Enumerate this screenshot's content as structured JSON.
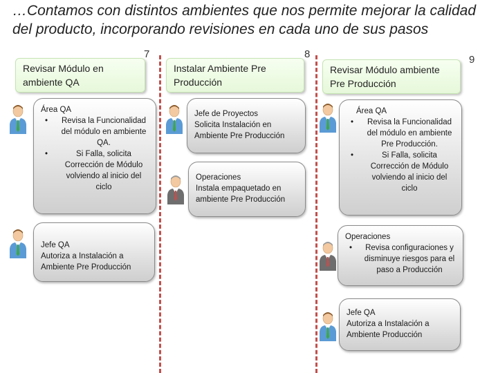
{
  "title": "…Contamos con distintos ambientes que nos permite mejorar la calidad del producto, incorporando revisiones en cada uno de sus pasos",
  "steps": [
    {
      "number": "7",
      "header": "Revisar Módulo en ambiente QA"
    },
    {
      "number": "8",
      "header": "Instalar Ambiente Pre Producción"
    },
    {
      "number": "9",
      "header": "Revisar Módulo ambiente Pre Producción"
    }
  ],
  "col1": {
    "card1": {
      "head": "Área QA",
      "bullets": [
        "Revisa la Funcionalidad del módulo en ambiente QA.",
        "Si Falla, solicita Corrección de Módulo volviendo al inicio del ciclo"
      ]
    },
    "card2": {
      "head": "Jefe QA",
      "lines": [
        "Autoriza a Instalación a",
        "Ambiente Pre Producción"
      ]
    }
  },
  "col2": {
    "card1": {
      "head": "Jefe de Proyectos",
      "lines": [
        "Solicita Instalación en",
        "Ambiente Pre Producción"
      ]
    },
    "card2": {
      "head": "Operaciones",
      "lines": [
        "Instala empaquetado en",
        "ambiente Pre Producción"
      ]
    }
  },
  "col3": {
    "card1": {
      "head": "Área QA",
      "bullets": [
        "Revisa la Funcionalidad del módulo en ambiente Pre Producción.",
        "Si Falla, solicita Corrección de Módulo volviendo al inicio del ciclo"
      ]
    },
    "card2": {
      "head": "Operaciones",
      "bullets": [
        "Revisa configuraciones y disminuye riesgos para el paso a Producción"
      ]
    },
    "card3": {
      "head": "Jefe QA",
      "lines": [
        "Autoriza a Instalación a",
        "Ambiente Producción"
      ]
    }
  },
  "icons": {
    "person_green": "person-green-tie-icon",
    "person_gray": "person-gray-suit-icon"
  },
  "colors": {
    "divider": "#c0504d",
    "header_bg": "#e6f8da"
  }
}
